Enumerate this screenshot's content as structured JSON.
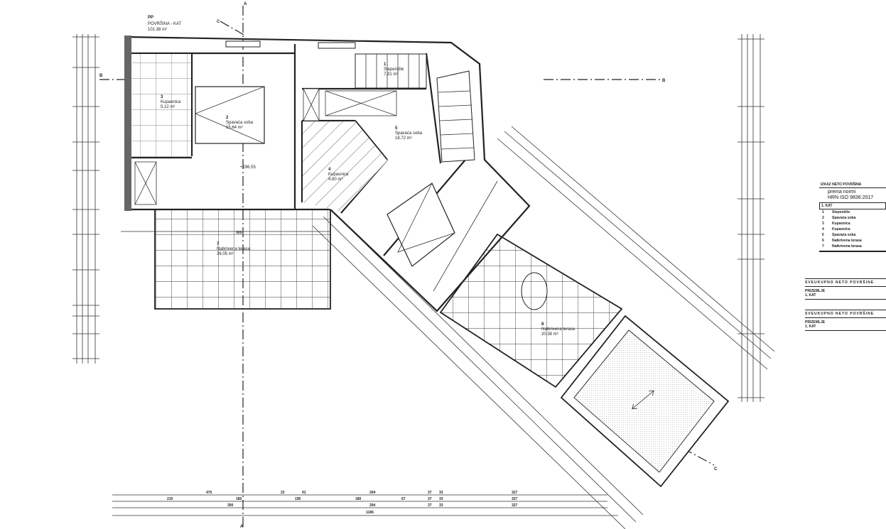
{
  "plan": {
    "code": "PP",
    "area_label": "POVRŠINA - KAT",
    "area_value": "101.38 m²",
    "section_marks": {
      "a": "A",
      "b": "B",
      "c": "C"
    }
  },
  "rooms": [
    {
      "num": "1",
      "name": "Stepenište",
      "area": "7.31 m²"
    },
    {
      "num": "2",
      "name": "Spavaća soba",
      "area": "15.64 m²"
    },
    {
      "num": "3",
      "name": "Kupaonica",
      "area": "5.12 m²"
    },
    {
      "num": "4",
      "name": "Kupaonica",
      "area": "4.60 m²"
    },
    {
      "num": "5",
      "name": "Spavaća soba",
      "area": "18.72 m²"
    },
    {
      "num": "7",
      "name": "Natkrivena terasa",
      "area": "36.05 m²"
    },
    {
      "num": "8",
      "name": "Natkrivena terasa",
      "area": "20.38 m²"
    }
  ],
  "level_mark": "+296.55",
  "dimensions": {
    "bottom_row1": [
      "475",
      "23",
      "91",
      "294",
      "37",
      "33",
      "327"
    ],
    "bottom_row2": [
      "210",
      "180",
      "195",
      "180",
      "67",
      "37",
      "33",
      "327"
    ],
    "bottom_row3": [
      "300",
      "294",
      "37",
      "33",
      "327"
    ],
    "bottom_total": "1186",
    "terrace_width": "320"
  },
  "area_table": {
    "title": "IZKAZ NETO POVRŠINA",
    "norm_line1": "prema normi",
    "norm_line2": "HRN ISO 9836:2017",
    "floor": "1. KAT",
    "items": [
      {
        "num": "1",
        "name": "Stepenište"
      },
      {
        "num": "2",
        "name": "Spavaća soba"
      },
      {
        "num": "3",
        "name": "Kupaonica"
      },
      {
        "num": "4",
        "name": "Kupaonica"
      },
      {
        "num": "5",
        "name": "Spavaća soba"
      },
      {
        "num": "6",
        "name": "Natkrivena terasa"
      },
      {
        "num": "7",
        "name": "Natkrivena terasa"
      }
    ]
  },
  "totals": [
    {
      "title": "SVEUKUPNO NETO POVRŠINE",
      "row1": "PRIZEMLJE",
      "row2": "1. KAT"
    },
    {
      "title": "SVEUKUPNO NETO POVRŠINE",
      "row1": "PRIZEMLJE",
      "row2": "1. KAT"
    }
  ]
}
